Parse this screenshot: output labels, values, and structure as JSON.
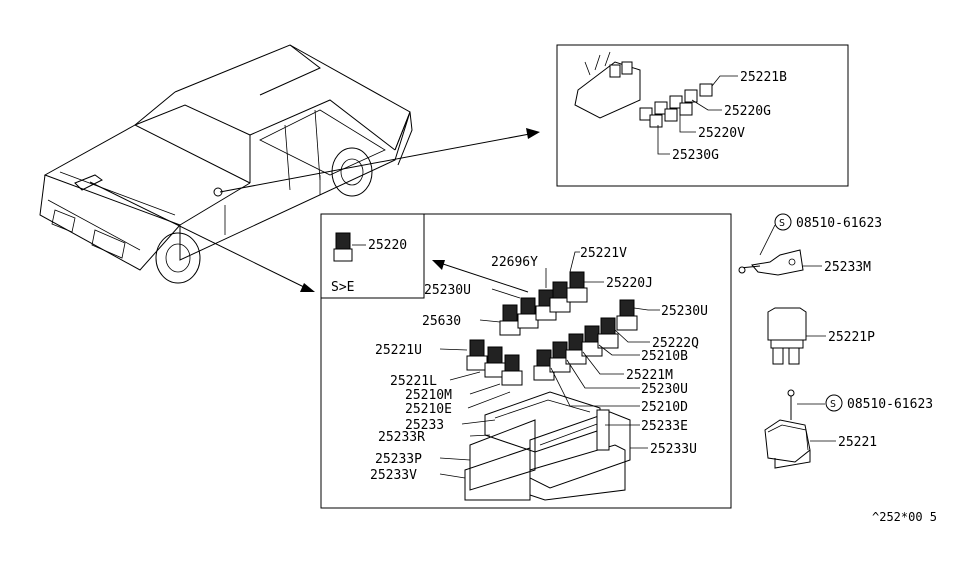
{
  "inset_top": {
    "labels": [
      "25221B",
      "25220G",
      "25220V",
      "25230G"
    ]
  },
  "inset_main": {
    "se_note": "S>E",
    "se_part": "25220",
    "labels_right": [
      "25221V",
      "25220J",
      "25230U",
      "25222Q",
      "25210B",
      "25221M",
      "25230U",
      "25210D",
      "25233E",
      "25233U"
    ],
    "labels_left": [
      "22696Y",
      "25230U",
      "25630",
      "25221U",
      "25221L",
      "25210M",
      "25210E",
      "25233",
      "25233R",
      "25233P",
      "25233V"
    ]
  },
  "side_parts": {
    "bolt1_symbol": "S",
    "bolt1_code": "08510-61623",
    "bracket": "25233M",
    "relay_p": "25221P",
    "bolt2_symbol": "S",
    "bolt2_code": "08510-61623",
    "relay": "25221"
  },
  "footer_code": "^252*00 5"
}
